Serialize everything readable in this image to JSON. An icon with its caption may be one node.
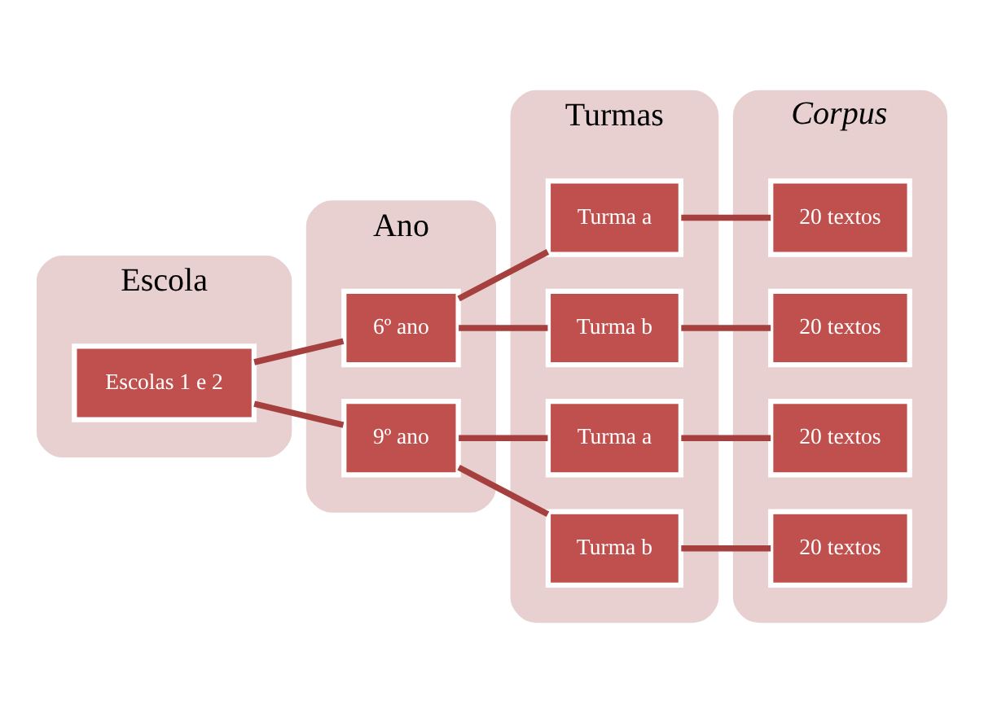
{
  "diagram": {
    "nodes": [
      {
        "text": [
          "Escola"
        ]
      },
      {
        "text": [
          "Ano"
        ]
      },
      {
        "text": [
          "Turmas"
        ]
      },
      {
        "text": [
          "Corpus"
        ]
      },
      {
        "text": [
          "Escolas 1 e 2"
        ],
        "in": 0
      },
      {
        "text": [
          "6º ano"
        ],
        "in": 1
      },
      {
        "text": [
          "9º ano"
        ],
        "in": 1
      },
      {
        "text": [
          "Turma a"
        ],
        "in": 2
      },
      {
        "text": [
          "Turma b"
        ],
        "in": 2
      },
      {
        "text": [
          "Turma a"
        ],
        "in": 2
      },
      {
        "text": [
          "Turma b"
        ],
        "in": 2
      },
      {
        "text": [
          "20 textos"
        ],
        "in": 3
      },
      {
        "text": [
          "20 textos"
        ],
        "in": 3
      },
      {
        "text": [
          "20 textos"
        ],
        "in": 3
      },
      {
        "text": [
          "20 textos"
        ],
        "in": 3
      }
    ],
    "edges": [
      {
        "from": 4,
        "to": 5,
        "arrow": "none"
      },
      {
        "from": 4,
        "to": 6,
        "arrow": "none"
      },
      {
        "from": 5,
        "to": 7,
        "arrow": "none"
      },
      {
        "from": 5,
        "to": 8,
        "arrow": "none"
      },
      {
        "from": 6,
        "to": 9,
        "arrow": "none"
      },
      {
        "from": 6,
        "to": 10,
        "arrow": "none"
      },
      {
        "from": 7,
        "to": 11,
        "arrow": "none"
      },
      {
        "from": 8,
        "to": 12,
        "arrow": "none"
      },
      {
        "from": 9,
        "to": 13,
        "arrow": "none"
      },
      {
        "from": 10,
        "to": 14,
        "arrow": "none"
      }
    ]
  }
}
